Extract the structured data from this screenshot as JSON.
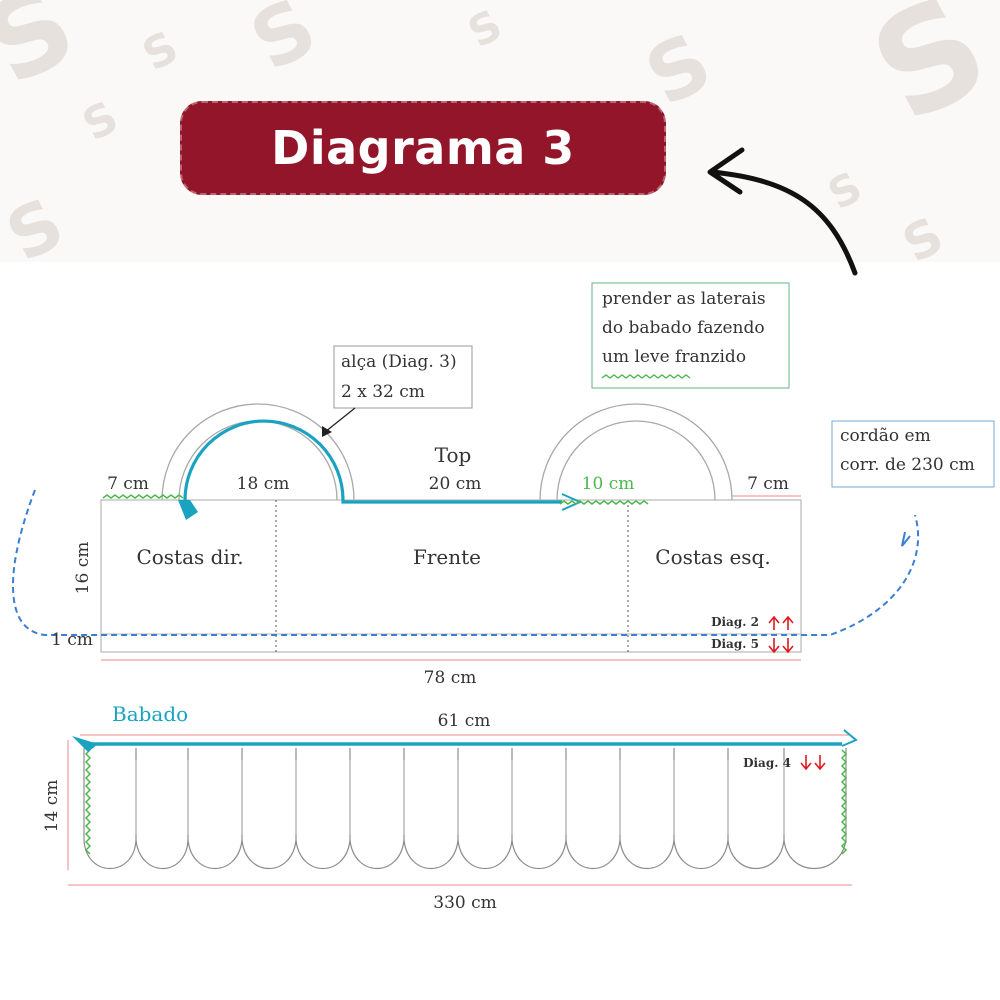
{
  "title": "Diagrama 3",
  "strap_note": {
    "line1": "alça (Diag. 3)",
    "line2": "2 x 32 cm"
  },
  "sides_note": {
    "line1": "prender as laterais",
    "line2": "do babado fazendo",
    "line3": "um leve franzido"
  },
  "cord_note": {
    "line1": "cordão em",
    "line2": "corr. de 230 cm"
  },
  "top_label": "Top",
  "top_dims": {
    "left": "7 cm",
    "back_right": "18 cm",
    "front": "20 cm",
    "back_left": "10 cm",
    "right": "7 cm"
  },
  "sections": {
    "back_right": "Costas dir.",
    "front": "Frente",
    "back_left": "Costas esq."
  },
  "height_top": "16 cm",
  "height_band": "1 cm",
  "width_top": "78 cm",
  "ref_diag2": "Diag. 2",
  "ref_diag5": "Diag. 5",
  "ruffle_label": "Babado",
  "ruffle_top": "61 cm",
  "ruffle_height": "14 cm",
  "ref_diag4": "Diag. 4",
  "ruffle_bottom": "330 cm",
  "colors": {
    "badge": "#93152a",
    "teal": "#1aa3c0",
    "green": "#4cb84c",
    "red": "#e0191f",
    "dash_blue": "#3b7fd0",
    "watermark": "#e6e1dc"
  }
}
